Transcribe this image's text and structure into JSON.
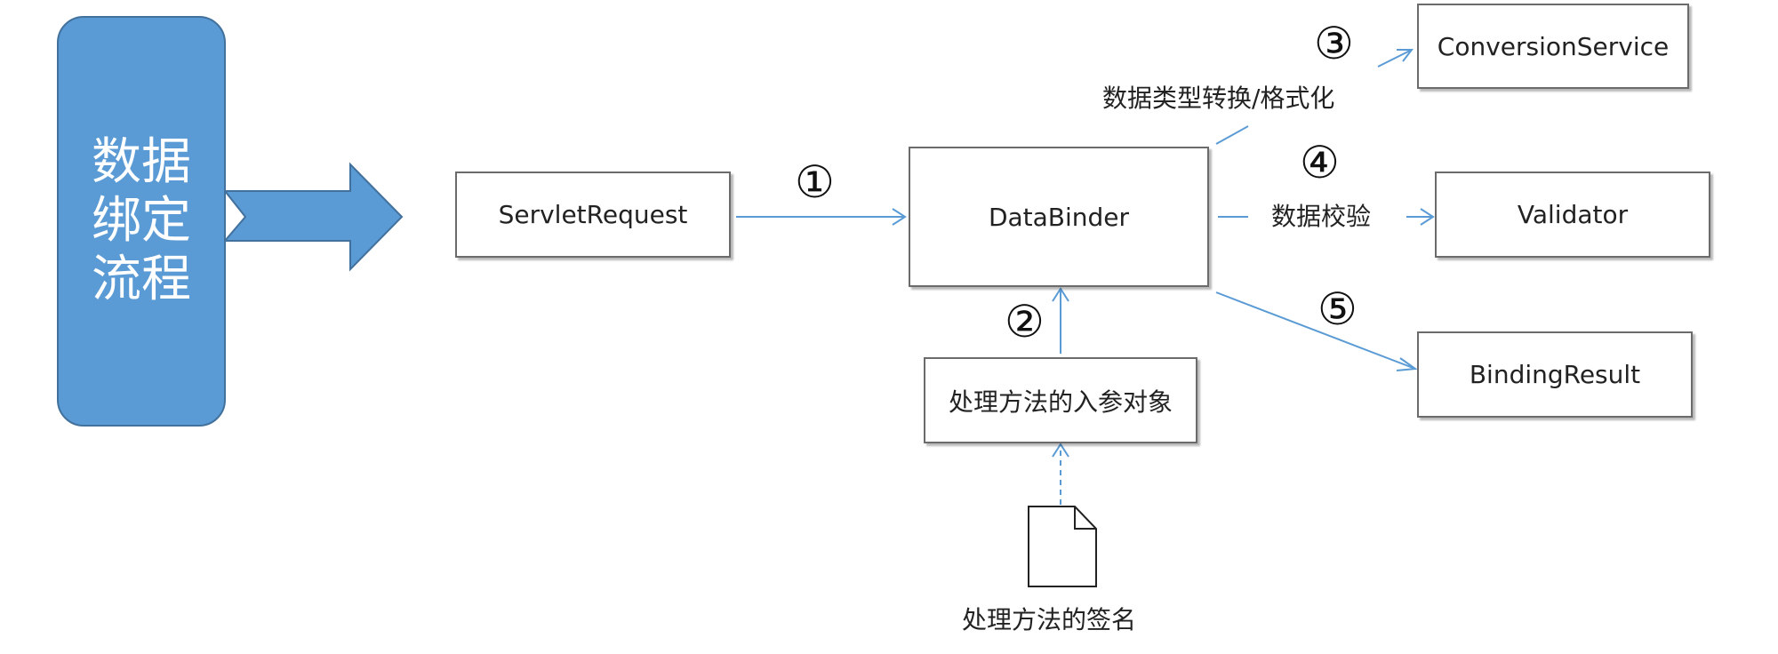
{
  "title": "数据绑定流程",
  "nodes": {
    "servlet_request": "ServletRequest",
    "data_binder": "DataBinder",
    "conversion_service": "ConversionService",
    "validator": "Validator",
    "binding_result": "BindingResult",
    "handler_args": "处理方法的入参对象"
  },
  "edge_labels": {
    "conversion": "数据类型转换/格式化",
    "validation": "数据校验",
    "signature": "处理方法的签名"
  },
  "steps": [
    "①",
    "②",
    "③",
    "④",
    "⑤"
  ],
  "colors": {
    "block_fill": "#5b9bd5",
    "block_stroke": "#41719c",
    "connector": "#5b9bd5",
    "box_border": "#6b6b6b"
  },
  "icons": {
    "signature": "document-icon"
  }
}
